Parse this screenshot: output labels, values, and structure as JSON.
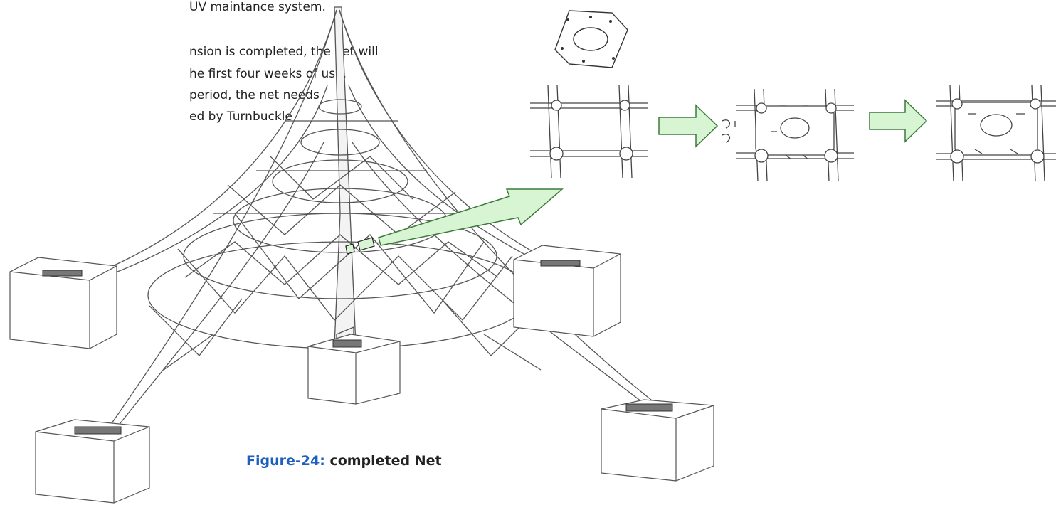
{
  "text": {
    "lines": [
      "UV maintance system.",
      "nsion is completed, the net will",
      "he first four weeks of use.",
      "period, the net needs",
      "ed by Turnbuckle"
    ]
  },
  "caption": {
    "figure_label": "Figure-24:",
    "title": "completed Net"
  },
  "colors": {
    "arrow_fill": "#d7f5d2",
    "arrow_stroke": "#3c7a3c",
    "caption_label": "#1f5fbf",
    "line_art": "#555555"
  },
  "icons": {
    "pole": "central-pole",
    "blocks": "concrete-anchor-blocks",
    "plate": "mounting-plate-icon",
    "steps": "right-arrow-icon"
  }
}
